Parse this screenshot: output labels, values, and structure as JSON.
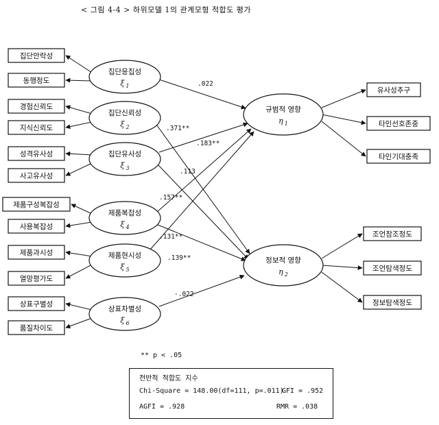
{
  "title": "< 그림 4-4 > 하위모델 1의 관계모형 적합도 평가",
  "indicators_left": [
    "집단안락성",
    "동행정도",
    "경험신뢰도",
    "지식신뢰도",
    "성격유사성",
    "사고유사성",
    "제품구성복잡성",
    "사용복잡성",
    "제품과시성",
    "열망평가도",
    "상표구별성",
    "품질차이도"
  ],
  "exogenous": [
    {
      "name": "집단응집성",
      "symbol": "ξ",
      "sub": "1"
    },
    {
      "name": "집단신뢰성",
      "symbol": "ξ",
      "sub": "2"
    },
    {
      "name": "집단유사성",
      "symbol": "ξ",
      "sub": "3"
    },
    {
      "name": "제품복잡성",
      "symbol": "ξ",
      "sub": "4"
    },
    {
      "name": "제품현시성",
      "symbol": "ξ",
      "sub": "5"
    },
    {
      "name": "상표차별성",
      "symbol": "ξ",
      "sub": "6"
    }
  ],
  "endogenous": [
    {
      "name": "규범적 영향",
      "symbol": "η",
      "sub": "1"
    },
    {
      "name": "정보적 영향",
      "symbol": "η",
      "sub": "2"
    }
  ],
  "indicators_right": [
    "유사성추구",
    "타인선호존중",
    "타인기대충족",
    "조언참조정도",
    "조언탐색정도",
    "정보탐색정도"
  ],
  "paths": [
    {
      "from": "ξ1",
      "to": "η1",
      "coef": ".022"
    },
    {
      "from": "ξ2",
      "to": "η2",
      "coef": ".371**"
    },
    {
      "from": "ξ3",
      "to": "η1",
      "coef": ".183**"
    },
    {
      "from": "ξ3",
      "to": "η2",
      "coef": ".113"
    },
    {
      "from": "ξ4",
      "to": "η1",
      "coef": ".157**"
    },
    {
      "from": "ξ4",
      "to": "η2",
      "coef": ".131**"
    },
    {
      "from": "ξ5",
      "to": "η1",
      "coef": ".139**"
    },
    {
      "from": "ξ6",
      "to": "η2",
      "coef": "-.022"
    }
  ],
  "significance_note": "** p < .05",
  "fit": {
    "heading": "전반적 적합도 지수",
    "chi_square": "Chi-Square = 148.00(df=111, p=.011)",
    "gfi": "GFI = .952",
    "agfi": "AGFI = .928",
    "rmr": "RMR = .038"
  }
}
